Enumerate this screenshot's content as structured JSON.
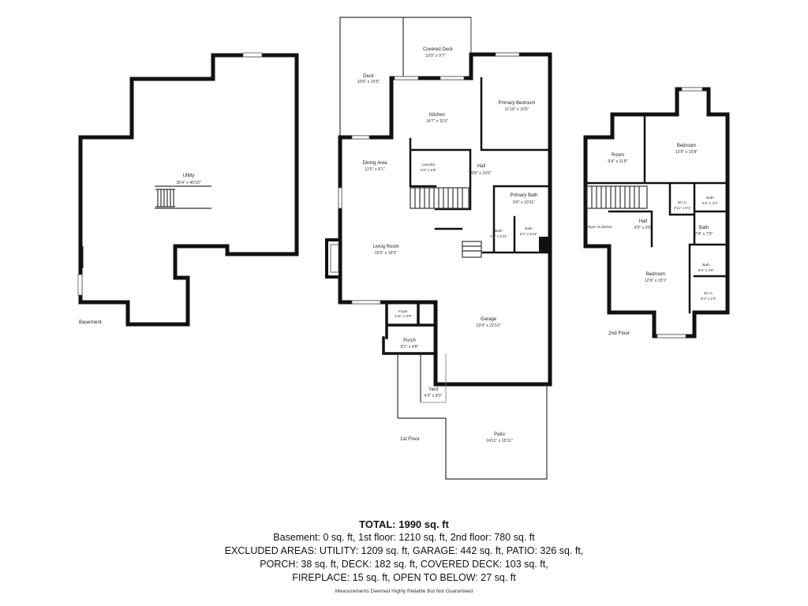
{
  "floors": {
    "basement": {
      "label": "Basement",
      "rooms": {
        "utility": {
          "name": "Utility",
          "dims": "35'4\" x 40'10\""
        }
      }
    },
    "first": {
      "label": "1st Floor",
      "rooms": {
        "covered_deck": {
          "name": "Covered Deck",
          "dims": "10'9\" x 9'7\""
        },
        "deck": {
          "name": "Deck",
          "dims": "10'6\" x 19'5\""
        },
        "kitchen": {
          "name": "Kitchen",
          "dims": "14'7\" x 11'6\""
        },
        "primary_bedroom": {
          "name": "Primary Bedroom",
          "dims": "11'10\" x 15'6\""
        },
        "dining_area": {
          "name": "Dining Area",
          "dims": "11'5\" x 8'1\""
        },
        "laundry": {
          "name": "Laundry",
          "dims": "5'8\" x 5'9\""
        },
        "hall": {
          "name": "Hall",
          "dims": "9'8\" x 15'6\""
        },
        "primary_bath": {
          "name": "Primary Bath",
          "dims": "9'6\" x 10'11\""
        },
        "bath_a": {
          "name": "Bath",
          "dims": "4'8\" x 5'11\""
        },
        "bath_b": {
          "name": "Bath",
          "dims": "6'4\" x 5'11\""
        },
        "living_room": {
          "name": "Living Room",
          "dims": "15'6\" x 19'3\""
        },
        "foyer": {
          "name": "Foyer",
          "dims": "4'11\" x 3'9\""
        },
        "garage": {
          "name": "Garage",
          "dims": "19'4\" x 22'10\""
        },
        "porch": {
          "name": "Porch",
          "dims": "8'1\" x 4'8\""
        },
        "yard": {
          "name": "Yard",
          "dims": "4'3\" x 8'0\""
        },
        "patio": {
          "name": "Patio",
          "dims": "24'11\" x 15'11\""
        }
      }
    },
    "second": {
      "label": "2nd Floor",
      "rooms": {
        "room": {
          "name": "Room",
          "dims": "9'4\" x 11'8\""
        },
        "bedroom_a": {
          "name": "Bedroom",
          "dims": "13'9\" x 15'8\""
        },
        "wic_a": {
          "name": "W.I.C.",
          "dims": "3'11\" x 6'1\""
        },
        "bath_a": {
          "name": "Bath",
          "dims": "5'2\" x 4'1\""
        },
        "open_to_below": {
          "name": "Open To Below"
        },
        "hall": {
          "name": "Hall",
          "dims": "9'9\" x 9'6\""
        },
        "bath_b": {
          "name": "Bath",
          "dims": "7'4\" x 7'0\""
        },
        "bath_c": {
          "name": "Bath",
          "dims": "6'4\" x 3'8\""
        },
        "bedroom_b": {
          "name": "Bedroom",
          "dims": "12'9\" x 15'1\""
        },
        "wic_b": {
          "name": "W.I.C.",
          "dims": "6'4\" x 5'3\""
        }
      }
    }
  },
  "summary": {
    "total": "TOTAL: 1990 sq. ft",
    "line1": "Basement: 0 sq. ft, 1st floor: 1210 sq. ft, 2nd floor: 780 sq. ft",
    "line2": "EXCLUDED AREAS: UTILITY: 1209 sq. ft, GARAGE: 442 sq. ft, PATIO: 326 sq. ft,",
    "line3": "PORCH: 38 sq. ft, DECK: 182 sq. ft, COVERED DECK: 103 sq. ft,",
    "line4": "FIREPLACE: 15 sq. ft, OPEN TO BELOW: 27 sq. ft",
    "disclaimer": "Measurements Deemed Highly Reliable But Not Guaranteed"
  }
}
